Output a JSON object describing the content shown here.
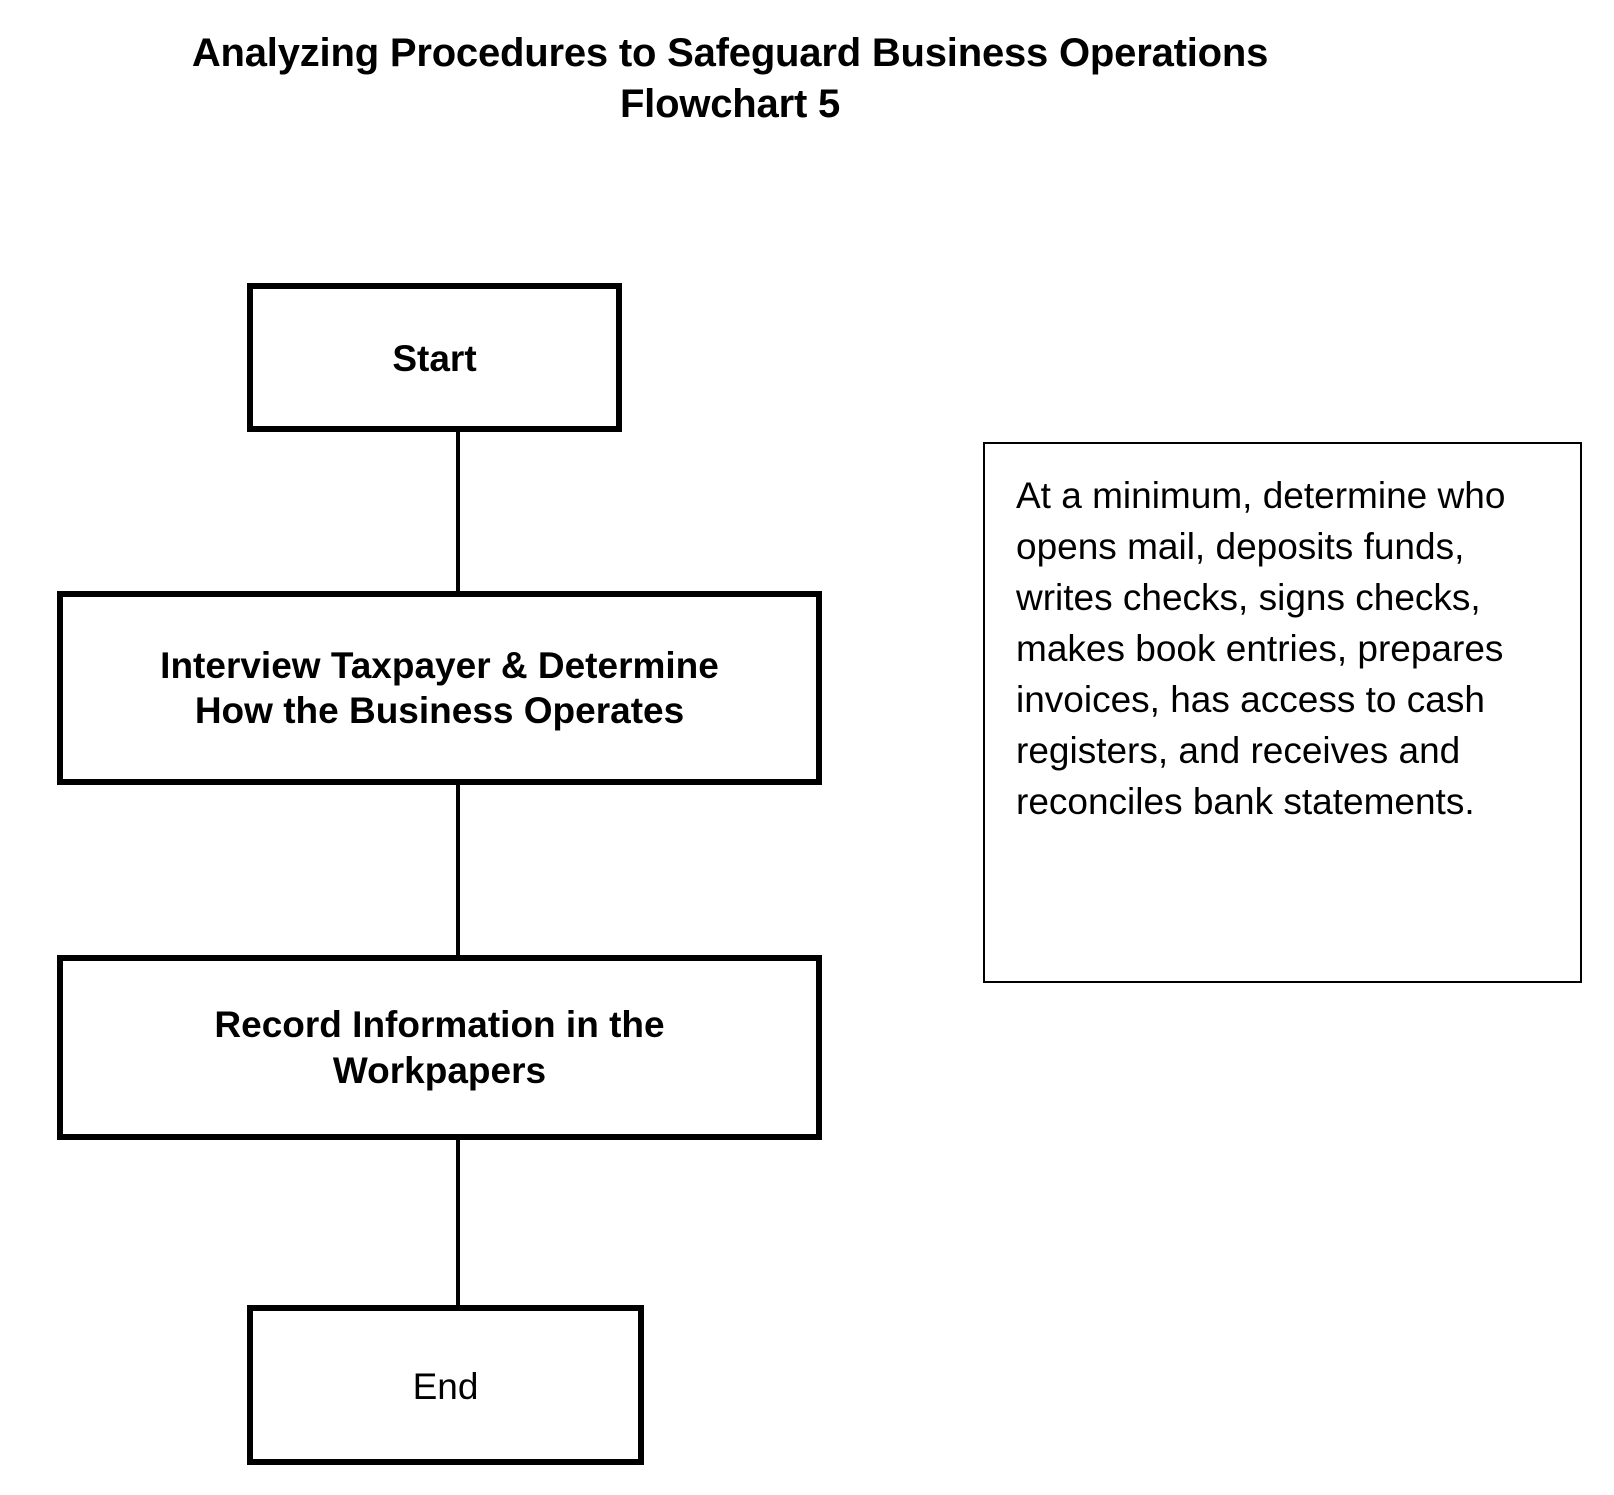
{
  "title": "Analyzing Procedures to Safeguard Business Operations\nFlowchart 5",
  "diagram": {
    "type": "flowchart",
    "orientation": "vertical",
    "nodes": [
      {
        "id": "start",
        "label": "Start",
        "shape": "rectangle",
        "bold": true
      },
      {
        "id": "interview",
        "label": "Interview Taxpayer & Determine\nHow the Business Operates",
        "shape": "rectangle",
        "bold": true
      },
      {
        "id": "record",
        "label": "Record Information in the\nWorkpapers",
        "shape": "rectangle",
        "bold": true
      },
      {
        "id": "end",
        "label": "End",
        "shape": "rectangle",
        "bold": false
      }
    ],
    "edges": [
      {
        "from": "start",
        "to": "interview",
        "style": "solid-line",
        "arrowhead": "none"
      },
      {
        "from": "interview",
        "to": "record",
        "style": "solid-line",
        "arrowhead": "none"
      },
      {
        "from": "record",
        "to": "end",
        "style": "solid-line",
        "arrowhead": "none"
      }
    ]
  },
  "note": {
    "text": "At a minimum, determine who opens mail, deposits funds, writes checks, signs checks, makes book entries, prepares invoices, has access to cash registers, and receives and reconciles bank statements."
  },
  "colors": {
    "background": "#ffffff",
    "stroke": "#000000",
    "text": "#000000"
  }
}
